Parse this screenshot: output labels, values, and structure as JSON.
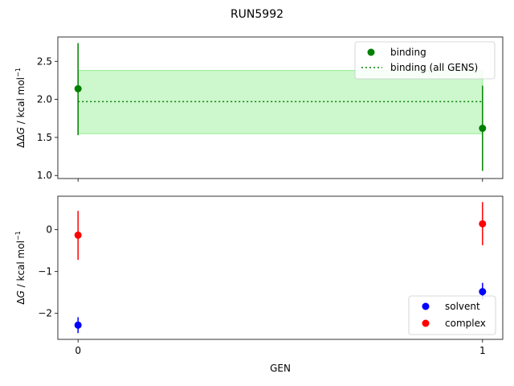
{
  "title": "RUN5992",
  "colors": {
    "binding": "#008000",
    "band": "#90ee90",
    "solvent": "#0000ff",
    "complex": "#ff0000"
  },
  "chart_data": [
    {
      "type": "scatter",
      "panel": "top",
      "ylabel_prefix": "ΔΔ",
      "ylabel_var": "G",
      "ylabel_unit": " / kcal mol",
      "ylabel_sup": "−1",
      "x": [
        0,
        1
      ],
      "xlim": [
        -0.05,
        1.05
      ],
      "ylim": [
        0.96,
        2.82
      ],
      "yticks": [
        "1.0",
        "1.5",
        "2.0",
        "2.5"
      ],
      "series": [
        {
          "name": "binding",
          "values": [
            2.14,
            1.62
          ],
          "err_low": [
            1.53,
            1.06
          ],
          "err_high": [
            2.74,
            2.18
          ]
        }
      ],
      "mean_line": {
        "name": "binding (all GENS)",
        "value": 1.97,
        "band_low": 1.55,
        "band_high": 2.38
      },
      "legend": "top-right"
    },
    {
      "type": "scatter",
      "panel": "bottom",
      "ylabel_prefix": "Δ",
      "ylabel_var": "G",
      "ylabel_unit": " / kcal mol",
      "ylabel_sup": "−1",
      "xlabel": "GEN",
      "x": [
        0,
        1
      ],
      "xticks": [
        "0",
        "1"
      ],
      "xlim": [
        -0.05,
        1.05
      ],
      "ylim": [
        -2.62,
        0.8
      ],
      "yticks": [
        "−2",
        "−1",
        "0"
      ],
      "series": [
        {
          "name": "solvent",
          "values": [
            -2.28,
            -1.48
          ],
          "err_low": [
            -2.47,
            -1.66
          ],
          "err_high": [
            -2.09,
            -1.27
          ]
        },
        {
          "name": "complex",
          "values": [
            -0.13,
            0.14
          ],
          "err_low": [
            -0.72,
            -0.37
          ],
          "err_high": [
            0.45,
            0.66
          ]
        }
      ],
      "legend": "bottom-right"
    }
  ]
}
